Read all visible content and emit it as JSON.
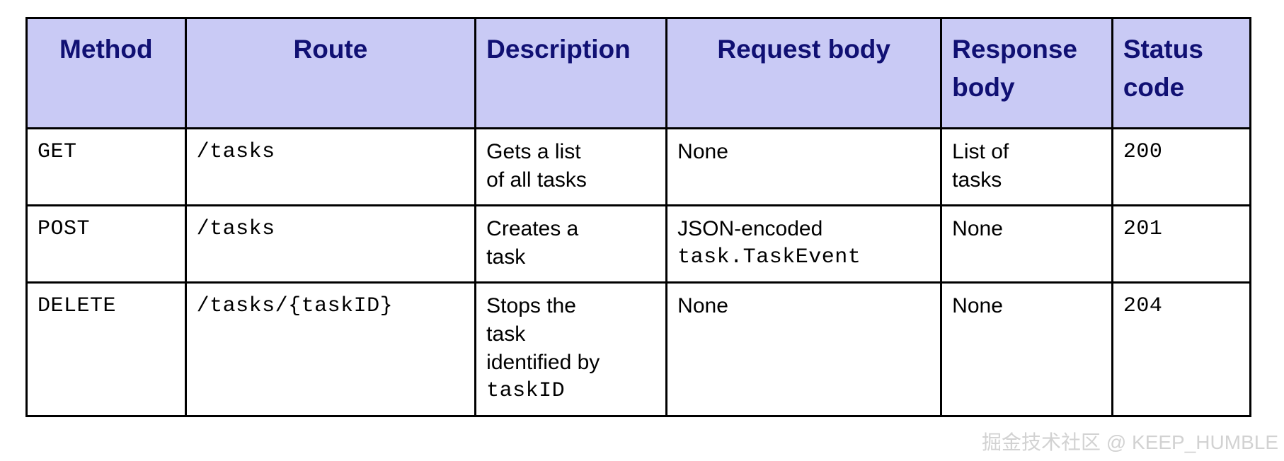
{
  "table": {
    "headers": [
      {
        "label": "Method",
        "align": "center"
      },
      {
        "label": "Route",
        "align": "center"
      },
      {
        "label": "Description",
        "align": "left"
      },
      {
        "label": "Request body",
        "align": "center"
      },
      {
        "label": "Response body",
        "align": "left"
      },
      {
        "label": "Status code",
        "align": "left"
      }
    ],
    "rows": [
      {
        "method": "GET",
        "route": "/tasks",
        "description_lines": [
          "Gets a list",
          "of all tasks"
        ],
        "request_body_lines": [
          "None"
        ],
        "response_body_lines": [
          "List of",
          "tasks"
        ],
        "status_code": "200"
      },
      {
        "method": "POST",
        "route": "/tasks",
        "description_lines": [
          "Creates a",
          "task"
        ],
        "request_body_lines": [
          "JSON-encoded",
          "task.TaskEvent"
        ],
        "response_body_lines": [
          "None"
        ],
        "status_code": "201"
      },
      {
        "method": "DELETE",
        "route": "/tasks/{taskID}",
        "description_lines": [
          "Stops the",
          "task",
          "identified by",
          "taskID"
        ],
        "request_body_lines": [
          "None"
        ],
        "response_body_lines": [
          "None"
        ],
        "status_code": "204"
      }
    ]
  },
  "watermark": {
    "text": "掘金技术社区 @ KEEP_HUMBLE"
  },
  "colors": {
    "header_background": "#c9caf5",
    "header_text": "#101073",
    "border": "#000000",
    "body_background": "#ffffff",
    "body_text": "#000000",
    "watermark_text": "#d2d2d2"
  }
}
